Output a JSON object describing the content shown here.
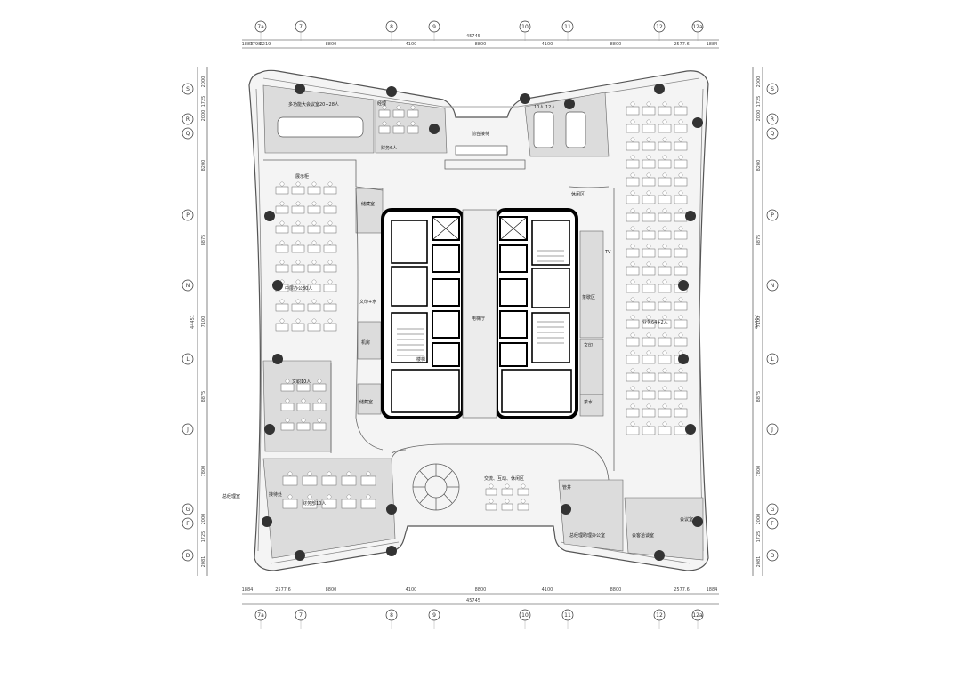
{
  "dimensions": {
    "top_total": "45745",
    "bottom_total": "45745",
    "top_segments": [
      "1884",
      "1798",
      "2219",
      "8800",
      "4100",
      "8800",
      "4100",
      "8800",
      "2577.6",
      "1884"
    ],
    "bottom_segments": [
      "1884",
      "2577.6",
      "8800",
      "4100",
      "8800",
      "4100",
      "8800",
      "2577.6",
      "1884"
    ],
    "left_total": "44451",
    "right_total": "44452",
    "left_segments": [
      "2000",
      "1725",
      "2000",
      "8200",
      "8875",
      "7100",
      "8875",
      "7800",
      "2000",
      "1725",
      "2081"
    ],
    "right_segments": [
      "2000",
      "1725",
      "2000",
      "8200",
      "8875",
      "7100",
      "8875",
      "7800",
      "2000",
      "1725",
      "2081"
    ]
  },
  "grid_axes": {
    "columns": [
      "7a",
      "7",
      "8",
      "9",
      "10",
      "11",
      "12",
      "12a"
    ],
    "rows": [
      "S",
      "R",
      "Q",
      "P",
      "N",
      "L",
      "J",
      "G",
      "F",
      "D"
    ]
  },
  "rooms": {
    "conference_room": "多功能大会议室20+28人",
    "manager_office": "经理",
    "finance_office": "财务6人",
    "reception": "前台接待",
    "display_area": "展示柜",
    "meeting_10_12": "10人  12人",
    "lounge_top": "休闲区",
    "storage_left": "储藏室",
    "middle_office": "中层办公80人",
    "print_water": "文印+水",
    "machine_room": "机房",
    "admin_office": "文职10人",
    "storage_bottom": "储藏室",
    "elevator_hall": "电梯厅",
    "copy_room": "文印",
    "tv": "TV",
    "tea_room": "茶歇区",
    "business_office": "业务64+2人",
    "exchange_area": "交流、互动、休闲区",
    "general_manager": "总经理室",
    "reception_office": "接待处",
    "finance_dept": "财务部10人",
    "admin_assistant": "总经理助理办公室",
    "gm_secretary": "会客洽谈室",
    "meeting_room_small": "会议室",
    "tea_small": "茶水",
    "stair_label": "楼梯",
    "shaft": "管井"
  }
}
